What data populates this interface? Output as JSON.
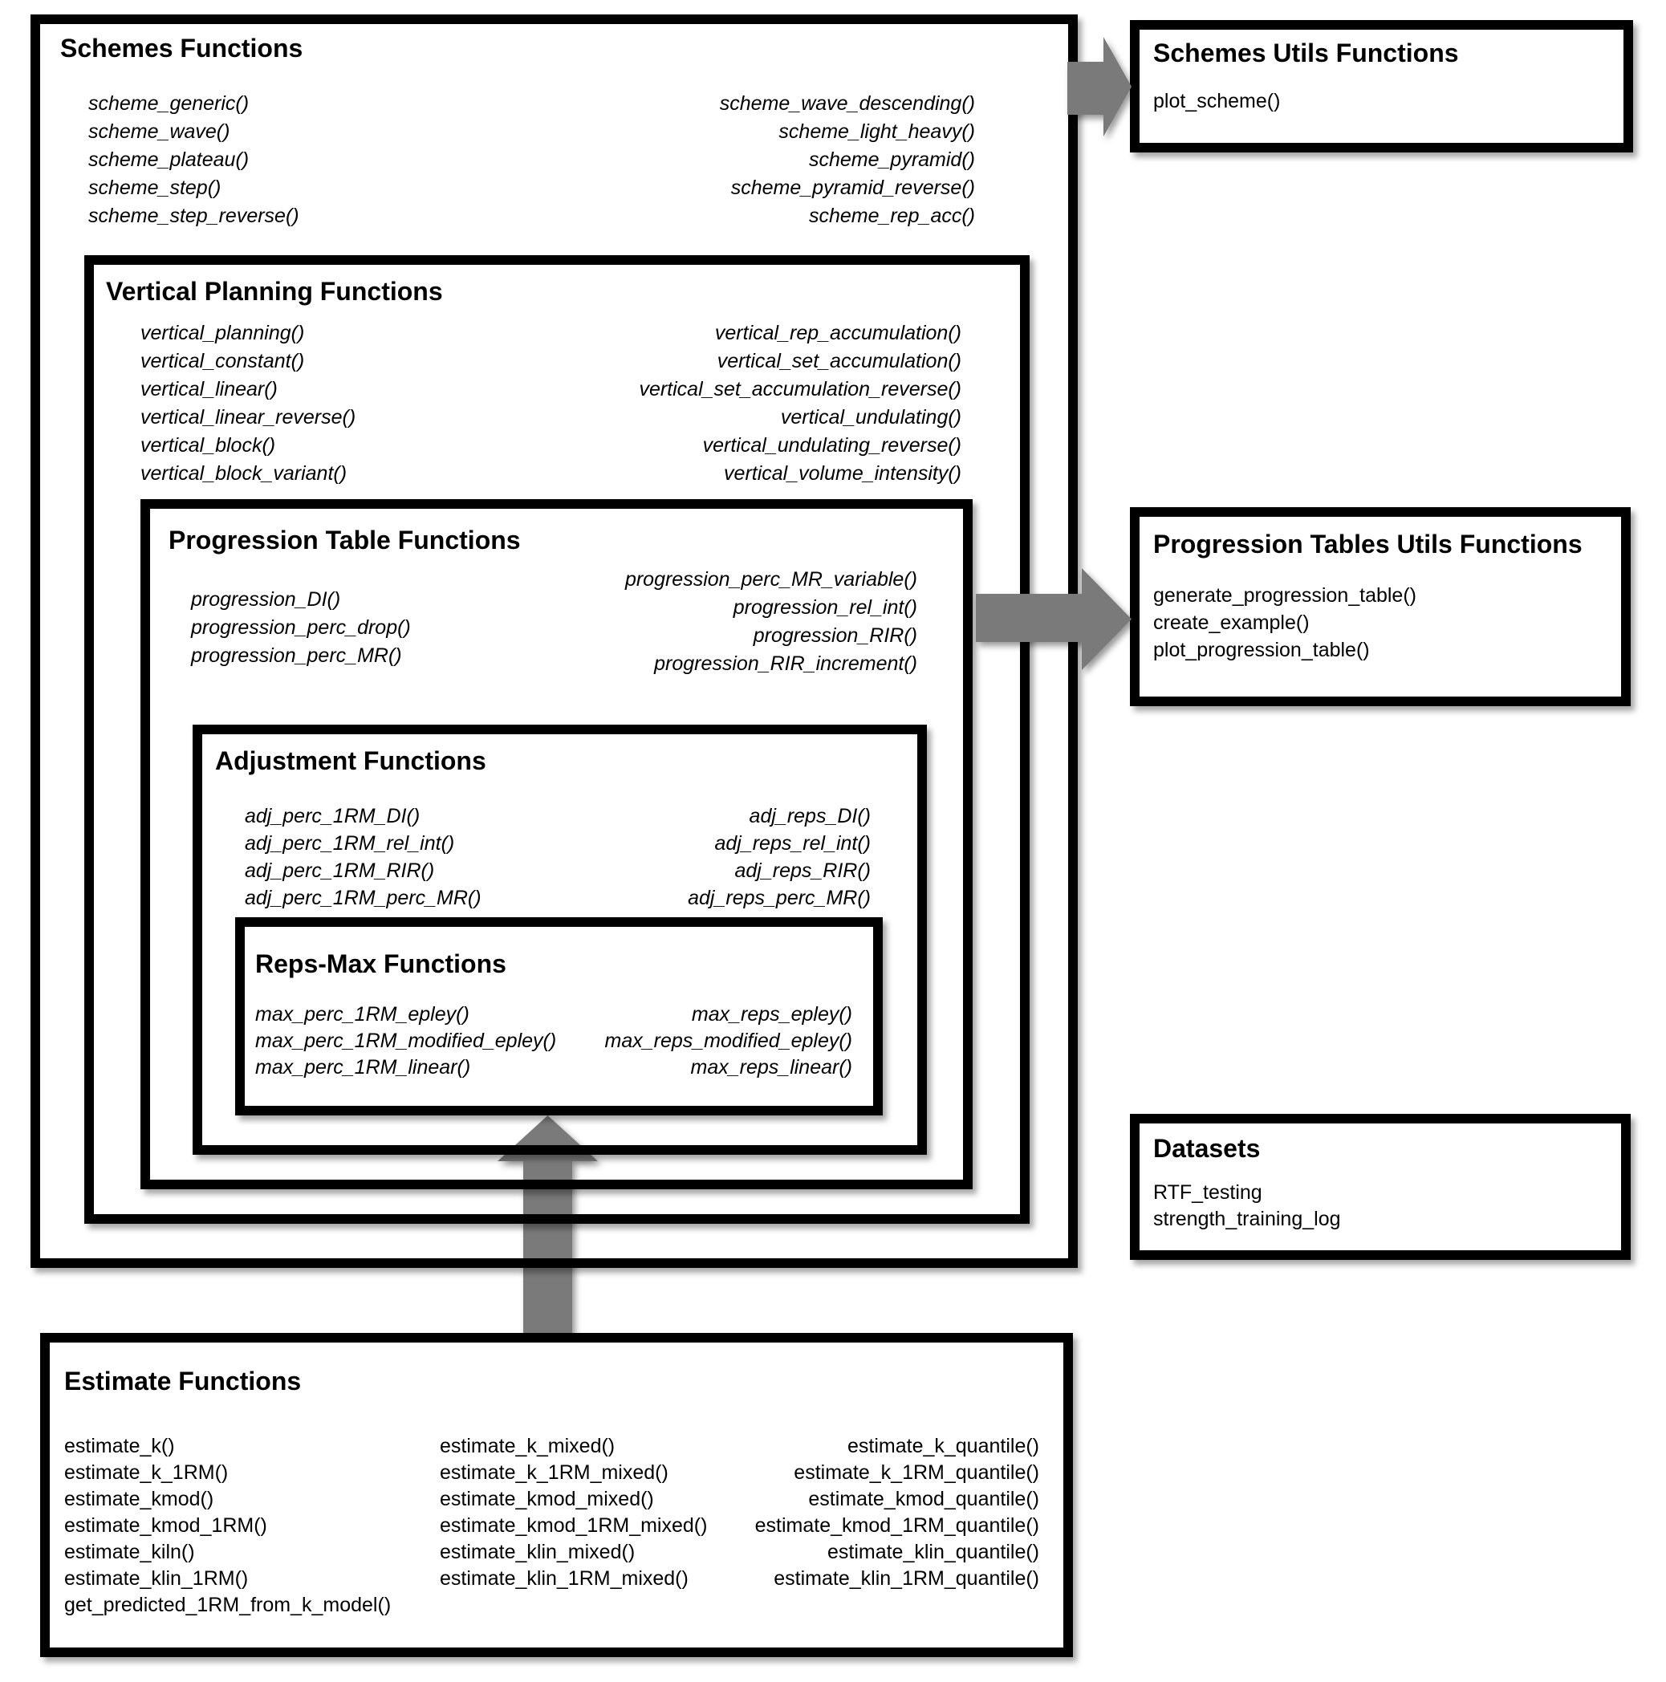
{
  "colors": {
    "border": "#000000",
    "arrow": "#7a7a7a",
    "bg": "#ffffff",
    "text": "#000000"
  },
  "schemes": {
    "title": "Schemes Functions",
    "col_left": [
      "scheme_generic()",
      "scheme_wave()",
      "scheme_plateau()",
      "scheme_step()",
      "scheme_step_reverse()"
    ],
    "col_right": [
      "scheme_wave_descending()",
      "scheme_light_heavy()",
      "scheme_pyramid()",
      "scheme_pyramid_reverse()",
      "scheme_rep_acc()"
    ]
  },
  "vertical_planning": {
    "title": "Vertical Planning Functions",
    "col_left": [
      "vertical_planning()",
      "vertical_constant()",
      "vertical_linear()",
      "vertical_linear_reverse()",
      "vertical_block()",
      "vertical_block_variant()"
    ],
    "col_right": [
      "vertical_rep_accumulation()",
      "vertical_set_accumulation()",
      "vertical_set_accumulation_reverse()",
      "vertical_undulating()",
      "vertical_undulating_reverse()",
      "vertical_volume_intensity()"
    ]
  },
  "progression_table": {
    "title": "Progression Table Functions",
    "col_left": [
      "progression_DI()",
      "progression_perc_drop()",
      "progression_perc_MR()"
    ],
    "col_right": [
      "progression_perc_MR_variable()",
      "progression_rel_int()",
      "progression_RIR()",
      "progression_RIR_increment()"
    ]
  },
  "adjustment": {
    "title": "Adjustment Functions",
    "col_left": [
      "adj_perc_1RM_DI()",
      "adj_perc_1RM_rel_int()",
      "adj_perc_1RM_RIR()",
      "adj_perc_1RM_perc_MR()"
    ],
    "col_right": [
      "adj_reps_DI()",
      "adj_reps_rel_int()",
      "adj_reps_RIR()",
      "adj_reps_perc_MR()"
    ]
  },
  "reps_max": {
    "title": "Reps-Max Functions",
    "col_left": [
      "max_perc_1RM_epley()",
      "max_perc_1RM_modified_epley()",
      "max_perc_1RM_linear()"
    ],
    "col_right": [
      "max_reps_epley()",
      "max_reps_modified_epley()",
      "max_reps_linear()"
    ]
  },
  "schemes_utils": {
    "title": "Schemes Utils Functions",
    "items": [
      "plot_scheme()"
    ]
  },
  "progression_utils": {
    "title": "Progression Tables Utils Functions",
    "items": [
      "generate_progression_table()",
      "create_example()",
      "plot_progression_table()"
    ]
  },
  "datasets": {
    "title": "Datasets",
    "items": [
      "RTF_testing",
      "strength_training_log"
    ]
  },
  "estimate": {
    "title": "Estimate Functions",
    "col1": [
      "estimate_k()",
      "estimate_k_1RM()",
      "estimate_kmod()",
      "estimate_kmod_1RM()",
      "estimate_kiln()",
      "estimate_klin_1RM()",
      "get_predicted_1RM_from_k_model()"
    ],
    "col2": [
      "estimate_k_mixed()",
      "estimate_k_1RM_mixed()",
      "estimate_kmod_mixed()",
      "estimate_kmod_1RM_mixed()",
      "estimate_klin_mixed()",
      "estimate_klin_1RM_mixed()"
    ],
    "col3": [
      "estimate_k_quantile()",
      "estimate_k_1RM_quantile()",
      "estimate_kmod_quantile()",
      "estimate_kmod_1RM_quantile()",
      "estimate_klin_quantile()",
      "estimate_klin_1RM_quantile()"
    ]
  }
}
